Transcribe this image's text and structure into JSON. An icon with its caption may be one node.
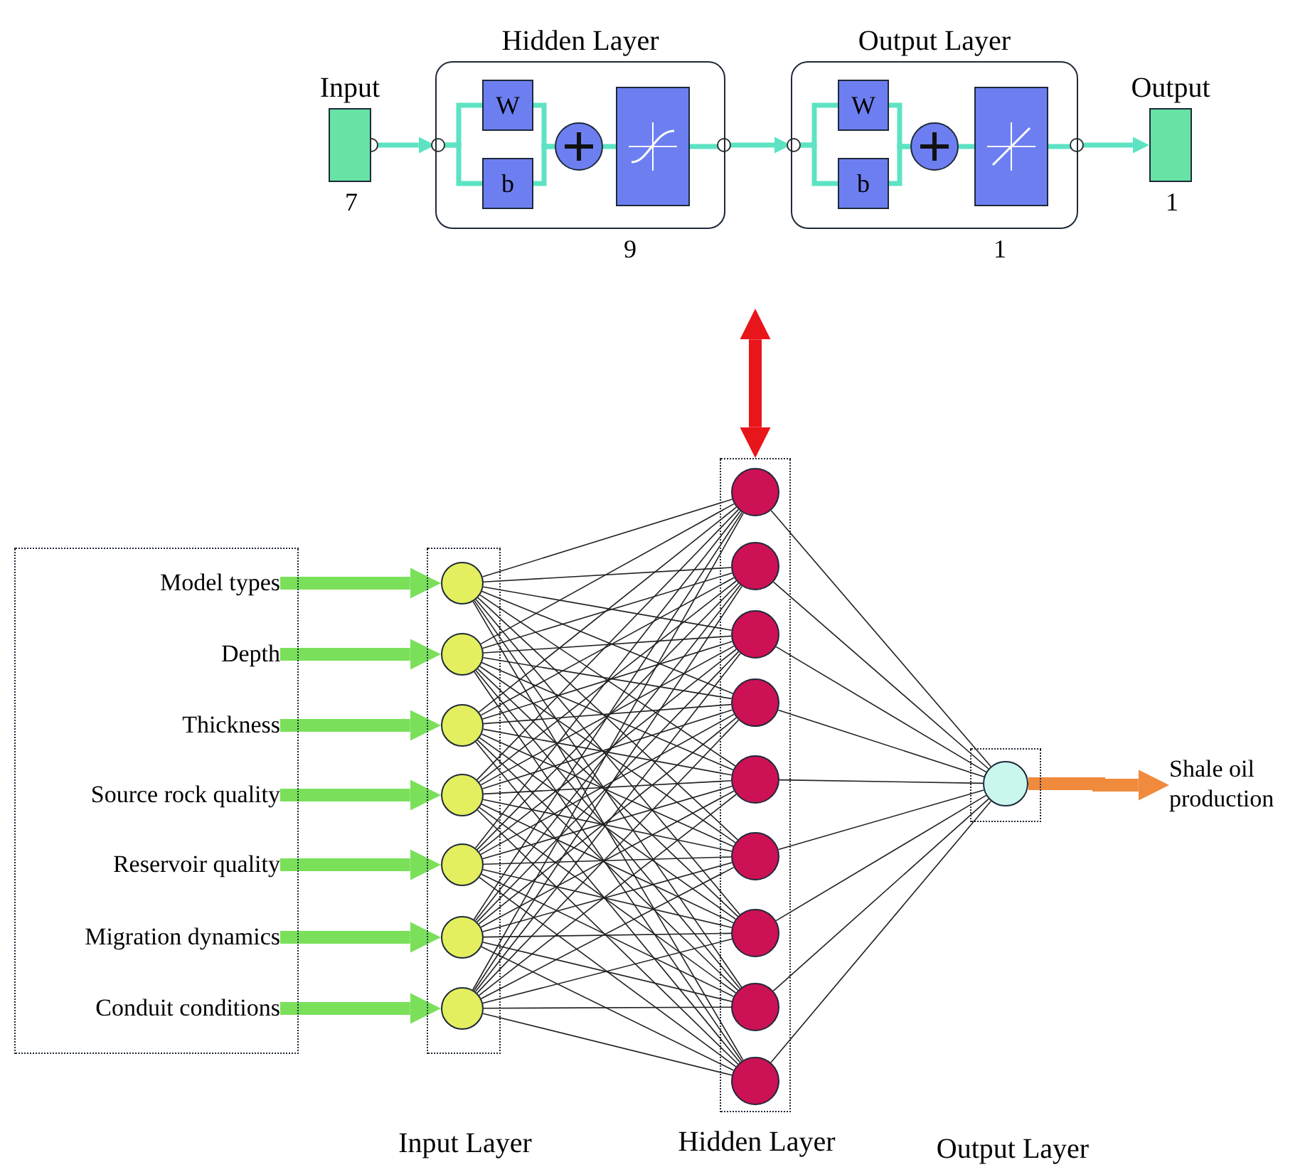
{
  "diagram": {
    "nodes": [
      {
        "text": [
          "Input"
        ],
        "beside": [
          "7"
        ]
      },
      {
        "text": [
          "Hidden Layer"
        ],
        "beside": [
          "9"
        ]
      },
      {
        "text": [
          "W"
        ],
        "in": 1
      },
      {
        "text": [
          "b"
        ],
        "in": 1
      },
      {
        "text": [],
        "shape": "circle",
        "in": 1
      },
      {
        "text": [],
        "shape": "box",
        "in": 1
      },
      {
        "text": [
          "Output Layer"
        ],
        "beside": [
          "1"
        ]
      },
      {
        "text": [
          "W"
        ],
        "in": 6
      },
      {
        "text": [
          "b"
        ],
        "in": 6
      },
      {
        "text": [],
        "shape": "circle",
        "in": 6
      },
      {
        "text": [],
        "shape": "box",
        "in": 6
      },
      {
        "text": [
          "Output"
        ],
        "beside": [
          "1"
        ]
      },
      {
        "text": [],
        "shape": "box"
      },
      {
        "text": [
          "Model types"
        ],
        "in": 12
      },
      {
        "text": [
          "Depth"
        ],
        "in": 12
      },
      {
        "text": [
          "Thickness"
        ],
        "in": 12
      },
      {
        "text": [
          "Source rock quality"
        ],
        "in": 12
      },
      {
        "text": [
          "Reservoir quality"
        ],
        "in": 12
      },
      {
        "text": [
          "Migration dynamics"
        ],
        "in": 12
      },
      {
        "text": [
          "Conduit conditions"
        ],
        "in": 12
      },
      {
        "text": [],
        "shape": "box",
        "beside": [
          "Input Layer"
        ]
      },
      {
        "text": [],
        "shape": "circle",
        "in": 20
      },
      {
        "text": [],
        "shape": "circle",
        "in": 20
      },
      {
        "text": [],
        "shape": "circle",
        "in": 20
      },
      {
        "text": [],
        "shape": "circle",
        "in": 20
      },
      {
        "text": [],
        "shape": "circle",
        "in": 20
      },
      {
        "text": [],
        "shape": "circle",
        "in": 20
      },
      {
        "text": [],
        "shape": "circle",
        "in": 20
      },
      {
        "text": [],
        "shape": "box",
        "beside": [
          "Hidden Layer"
        ]
      },
      {
        "text": [],
        "shape": "circle",
        "in": 28
      },
      {
        "text": [],
        "shape": "circle",
        "in": 28
      },
      {
        "text": [],
        "shape": "circle",
        "in": 28
      },
      {
        "text": [],
        "shape": "circle",
        "in": 28
      },
      {
        "text": [],
        "shape": "circle",
        "in": 28
      },
      {
        "text": [],
        "shape": "circle",
        "in": 28
      },
      {
        "text": [],
        "shape": "circle",
        "in": 28
      },
      {
        "text": [],
        "shape": "circle",
        "in": 28
      },
      {
        "text": [],
        "shape": "circle",
        "in": 28
      },
      {
        "text": [],
        "shape": "box"
      },
      {
        "text": [],
        "shape": "circle",
        "in": 38
      },
      {
        "text": [
          "Shale oil production"
        ]
      }
    ],
    "edges": [
      {
        "from": 0,
        "to": 1,
        "arrow": "to",
        "style": "thick",
        "color": "#5de3c3"
      },
      {
        "from": 1,
        "to": 2,
        "arrow": "none",
        "style": "thick",
        "color": "#5de3c3"
      },
      {
        "from": 1,
        "to": 3,
        "arrow": "none",
        "style": "thick",
        "color": "#5de3c3"
      },
      {
        "from": 2,
        "to": 4,
        "arrow": "none",
        "style": "thick",
        "color": "#5de3c3"
      },
      {
        "from": 3,
        "to": 4,
        "arrow": "none",
        "style": "thick",
        "color": "#5de3c3"
      },
      {
        "from": 4,
        "to": 5,
        "arrow": "none",
        "style": "thick",
        "color": "#5de3c3"
      },
      {
        "from": 5,
        "to": 1,
        "arrow": "none",
        "style": "thick",
        "color": "#5de3c3"
      },
      {
        "from": 1,
        "to": 6,
        "arrow": "to",
        "style": "thick",
        "color": "#5de3c3"
      },
      {
        "from": 6,
        "to": 7,
        "arrow": "none",
        "style": "thick",
        "color": "#5de3c3"
      },
      {
        "from": 6,
        "to": 8,
        "arrow": "none",
        "style": "thick",
        "color": "#5de3c3"
      },
      {
        "from": 7,
        "to": 9,
        "arrow": "none",
        "style": "thick",
        "color": "#5de3c3"
      },
      {
        "from": 8,
        "to": 9,
        "arrow": "none",
        "style": "thick",
        "color": "#5de3c3"
      },
      {
        "from": 9,
        "to": 10,
        "arrow": "none",
        "style": "thick",
        "color": "#5de3c3"
      },
      {
        "from": 10,
        "to": 6,
        "arrow": "none",
        "style": "thick",
        "color": "#5de3c3"
      },
      {
        "from": 6,
        "to": 11,
        "arrow": "to",
        "style": "thick",
        "color": "#5de3c3"
      },
      {
        "from": null,
        "to": 28,
        "arrow": "both",
        "style": "thick",
        "color": "#e8151b"
      },
      {
        "from": 13,
        "to": 21,
        "arrow": "to",
        "style": "thick",
        "color": "#7ae05a"
      },
      {
        "from": 14,
        "to": 22,
        "arrow": "to",
        "style": "thick",
        "color": "#7ae05a"
      },
      {
        "from": 15,
        "to": 23,
        "arrow": "to",
        "style": "thick",
        "color": "#7ae05a"
      },
      {
        "from": 16,
        "to": 24,
        "arrow": "to",
        "style": "thick",
        "color": "#7ae05a"
      },
      {
        "from": 17,
        "to": 25,
        "arrow": "to",
        "style": "thick",
        "color": "#7ae05a"
      },
      {
        "from": 18,
        "to": 26,
        "arrow": "to",
        "style": "thick",
        "color": "#7ae05a"
      },
      {
        "from": 19,
        "to": 27,
        "arrow": "to",
        "style": "thick",
        "color": "#7ae05a"
      },
      {
        "from": 21,
        "to": 29,
        "arrow": "none"
      },
      {
        "from": 21,
        "to": 30,
        "arrow": "none"
      },
      {
        "from": 21,
        "to": 31,
        "arrow": "none"
      },
      {
        "from": 21,
        "to": 32,
        "arrow": "none"
      },
      {
        "from": 21,
        "to": 33,
        "arrow": "none"
      },
      {
        "from": 21,
        "to": 34,
        "arrow": "none"
      },
      {
        "from": 21,
        "to": 35,
        "arrow": "none"
      },
      {
        "from": 21,
        "to": 36,
        "arrow": "none"
      },
      {
        "from": 21,
        "to": 37,
        "arrow": "none"
      },
      {
        "from": 22,
        "to": 29,
        "arrow": "none"
      },
      {
        "from": 22,
        "to": 30,
        "arrow": "none"
      },
      {
        "from": 22,
        "to": 31,
        "arrow": "none"
      },
      {
        "from": 22,
        "to": 32,
        "arrow": "none"
      },
      {
        "from": 22,
        "to": 33,
        "arrow": "none"
      },
      {
        "from": 22,
        "to": 34,
        "arrow": "none"
      },
      {
        "from": 22,
        "to": 35,
        "arrow": "none"
      },
      {
        "from": 22,
        "to": 36,
        "arrow": "none"
      },
      {
        "from": 22,
        "to": 37,
        "arrow": "none"
      },
      {
        "from": 23,
        "to": 29,
        "arrow": "none"
      },
      {
        "from": 23,
        "to": 30,
        "arrow": "none"
      },
      {
        "from": 23,
        "to": 31,
        "arrow": "none"
      },
      {
        "from": 23,
        "to": 32,
        "arrow": "none"
      },
      {
        "from": 23,
        "to": 33,
        "arrow": "none"
      },
      {
        "from": 23,
        "to": 34,
        "arrow": "none"
      },
      {
        "from": 23,
        "to": 35,
        "arrow": "none"
      },
      {
        "from": 23,
        "to": 36,
        "arrow": "none"
      },
      {
        "from": 23,
        "to": 37,
        "arrow": "none"
      },
      {
        "from": 24,
        "to": 29,
        "arrow": "none"
      },
      {
        "from": 24,
        "to": 30,
        "arrow": "none"
      },
      {
        "from": 24,
        "to": 31,
        "arrow": "none"
      },
      {
        "from": 24,
        "to": 32,
        "arrow": "none"
      },
      {
        "from": 24,
        "to": 33,
        "arrow": "none"
      },
      {
        "from": 24,
        "to": 34,
        "arrow": "none"
      },
      {
        "from": 24,
        "to": 35,
        "arrow": "none"
      },
      {
        "from": 24,
        "to": 36,
        "arrow": "none"
      },
      {
        "from": 24,
        "to": 37,
        "arrow": "none"
      },
      {
        "from": 25,
        "to": 29,
        "arrow": "none"
      },
      {
        "from": 25,
        "to": 30,
        "arrow": "none"
      },
      {
        "from": 25,
        "to": 31,
        "arrow": "none"
      },
      {
        "from": 25,
        "to": 32,
        "arrow": "none"
      },
      {
        "from": 25,
        "to": 33,
        "arrow": "none"
      },
      {
        "from": 25,
        "to": 34,
        "arrow": "none"
      },
      {
        "from": 25,
        "to": 35,
        "arrow": "none"
      },
      {
        "from": 25,
        "to": 36,
        "arrow": "none"
      },
      {
        "from": 25,
        "to": 37,
        "arrow": "none"
      },
      {
        "from": 26,
        "to": 29,
        "arrow": "none"
      },
      {
        "from": 26,
        "to": 30,
        "arrow": "none"
      },
      {
        "from": 26,
        "to": 31,
        "arrow": "none"
      },
      {
        "from": 26,
        "to": 32,
        "arrow": "none"
      },
      {
        "from": 26,
        "to": 33,
        "arrow": "none"
      },
      {
        "from": 26,
        "to": 34,
        "arrow": "none"
      },
      {
        "from": 26,
        "to": 35,
        "arrow": "none"
      },
      {
        "from": 26,
        "to": 36,
        "arrow": "none"
      },
      {
        "from": 26,
        "to": 37,
        "arrow": "none"
      },
      {
        "from": 27,
        "to": 29,
        "arrow": "none"
      },
      {
        "from": 27,
        "to": 30,
        "arrow": "none"
      },
      {
        "from": 27,
        "to": 31,
        "arrow": "none"
      },
      {
        "from": 27,
        "to": 32,
        "arrow": "none"
      },
      {
        "from": 27,
        "to": 33,
        "arrow": "none"
      },
      {
        "from": 27,
        "to": 34,
        "arrow": "none"
      },
      {
        "from": 27,
        "to": 35,
        "arrow": "none"
      },
      {
        "from": 27,
        "to": 36,
        "arrow": "none"
      },
      {
        "from": 27,
        "to": 37,
        "arrow": "none"
      },
      {
        "from": 29,
        "to": 39,
        "arrow": "none"
      },
      {
        "from": 30,
        "to": 39,
        "arrow": "none"
      },
      {
        "from": 31,
        "to": 39,
        "arrow": "none"
      },
      {
        "from": 32,
        "to": 39,
        "arrow": "none"
      },
      {
        "from": 33,
        "to": 39,
        "arrow": "none"
      },
      {
        "from": 34,
        "to": 39,
        "arrow": "none"
      },
      {
        "from": 35,
        "to": 39,
        "arrow": "none"
      },
      {
        "from": 36,
        "to": 39,
        "arrow": "none"
      },
      {
        "from": 37,
        "to": 39,
        "arrow": "none"
      },
      {
        "from": 39,
        "to": 40,
        "arrow": "to",
        "style": "thick",
        "color": "#f08a3c"
      }
    ],
    "labels": [
      "Output Layer"
    ]
  }
}
